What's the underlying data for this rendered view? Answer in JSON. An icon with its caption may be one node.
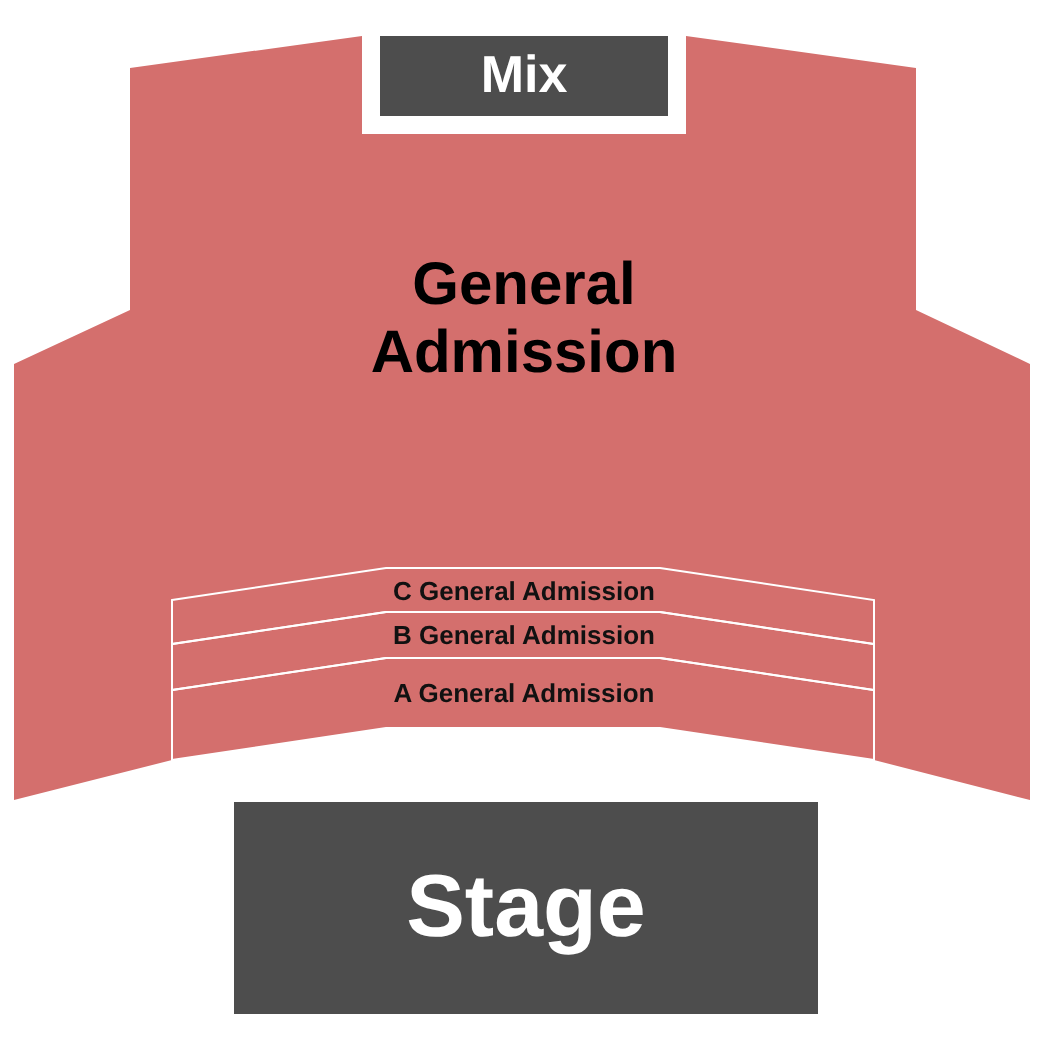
{
  "diagram": {
    "nodes": [
      {
        "text": [
          "General Admission"
        ]
      },
      {
        "text": [
          "Mix"
        ]
      },
      {
        "text": [
          "C General Admission"
        ],
        "in": 0
      },
      {
        "text": [
          "B General Admission"
        ],
        "in": 0
      },
      {
        "text": [
          "A General Admission"
        ],
        "in": 0
      },
      {
        "text": [
          "Stage"
        ]
      }
    ]
  }
}
